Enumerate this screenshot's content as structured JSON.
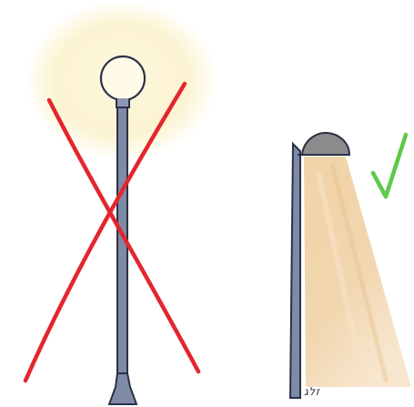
{
  "illustration": {
    "left_panel": {
      "label": "globe-street-lamp-with-uplight",
      "verdict_icon": "red-x-icon"
    },
    "right_panel": {
      "label": "shielded-street-lamp-with-downlight",
      "verdict_icon": "green-checkmark-icon"
    },
    "signature": "זלג",
    "colors": {
      "glow": "#fbf5d6",
      "pole": "#7f8aa6",
      "outline": "#2b3146",
      "cross": "#e3262c",
      "check": "#5ec94a",
      "beam": "#e9c290",
      "shade": "#8b8b8b"
    }
  }
}
